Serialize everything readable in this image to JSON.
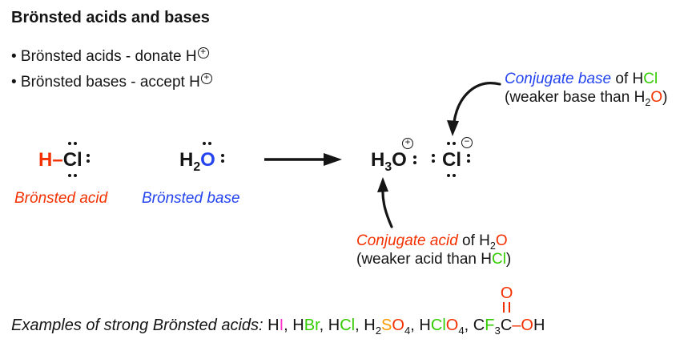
{
  "colors": {
    "red": "#f33000",
    "blue": "#2444f0",
    "green": "#33cc00",
    "magenta": "#ff33cc",
    "orange": "#ff9900",
    "ink": "#151515"
  },
  "title": "Brönsted acids and bases",
  "bullets": {
    "acids": "• Brönsted acids - donate H",
    "bases": "• Brönsted bases - accept H",
    "plus": "+"
  },
  "reaction": {
    "hcl": {
      "h": "H",
      "bond": "–",
      "cl": "Cl"
    },
    "h2o": {
      "h": "H",
      "sub": "2",
      "o": "O"
    },
    "h3o": {
      "h": "H",
      "sub": "3",
      "o": "O",
      "plus": "+"
    },
    "chloride": {
      "cl": "Cl",
      "minus": "−"
    },
    "labels": {
      "acid": "Brönsted acid",
      "base": "Brönsted base"
    }
  },
  "annotations": {
    "conjugate_base": {
      "title": "Conjugate base",
      "mid": " of H",
      "halide": "Cl",
      "line2_start": "(weaker base than H",
      "line2_sub": "2",
      "line2_o": "O",
      "line2_end": ")"
    },
    "conjugate_acid": {
      "title": "Conjugate acid",
      "mid": " of H",
      "mid_sub": "2",
      "oxygen": "O",
      "line2_start": "(weaker acid than H",
      "line2_cl": "Cl",
      "line2_end": ")"
    }
  },
  "examples": {
    "intro": "Examples of strong Brönsted acids: ",
    "comma": ", ",
    "hi": {
      "h": "H",
      "i": "I"
    },
    "hbr": {
      "h": "H",
      "br": "Br"
    },
    "hcl": {
      "h": "H",
      "cl": "Cl"
    },
    "h2so4": {
      "h": "H",
      "sub2": "2",
      "s": "S",
      "o": "O",
      "sub4": "4"
    },
    "hclo4": {
      "h": "H",
      "cl": "Cl",
      "o": "O",
      "sub4": "4"
    },
    "tfa": {
      "c1": "C",
      "f": "F",
      "sub3": "3",
      "c2": "C",
      "o_top": "O",
      "bond": "–",
      "o": "O",
      "h": "H"
    }
  }
}
